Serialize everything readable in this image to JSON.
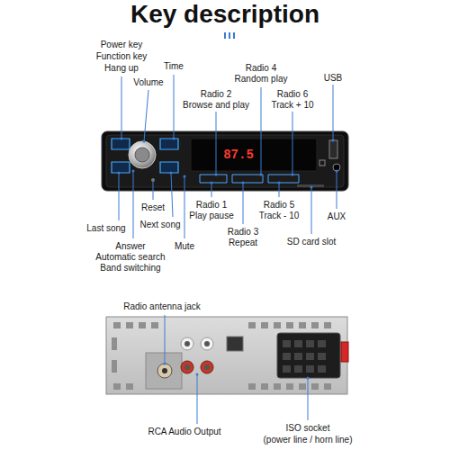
{
  "diagram": {
    "title": "Key description",
    "labels": [
      "Power key",
      "Function key",
      "Hang up",
      "Time",
      "Radio 4",
      "Random play",
      "USB",
      "Volume",
      "Radio 2",
      "Browse and play",
      "Radio 6",
      "Track + 10",
      "87.5",
      "Radio 1",
      "Play pause",
      "Radio 5",
      "Track - 10",
      "Reset",
      "AUX",
      "Last song",
      "Next song",
      "Radio 3",
      "Repeat",
      "SD card slot",
      "Answer",
      "Automatic search",
      "Band switching",
      "Mute",
      "Radio antenna jack",
      "RCA Audio Output",
      "ISO socket",
      "(power line / horn line)"
    ]
  }
}
